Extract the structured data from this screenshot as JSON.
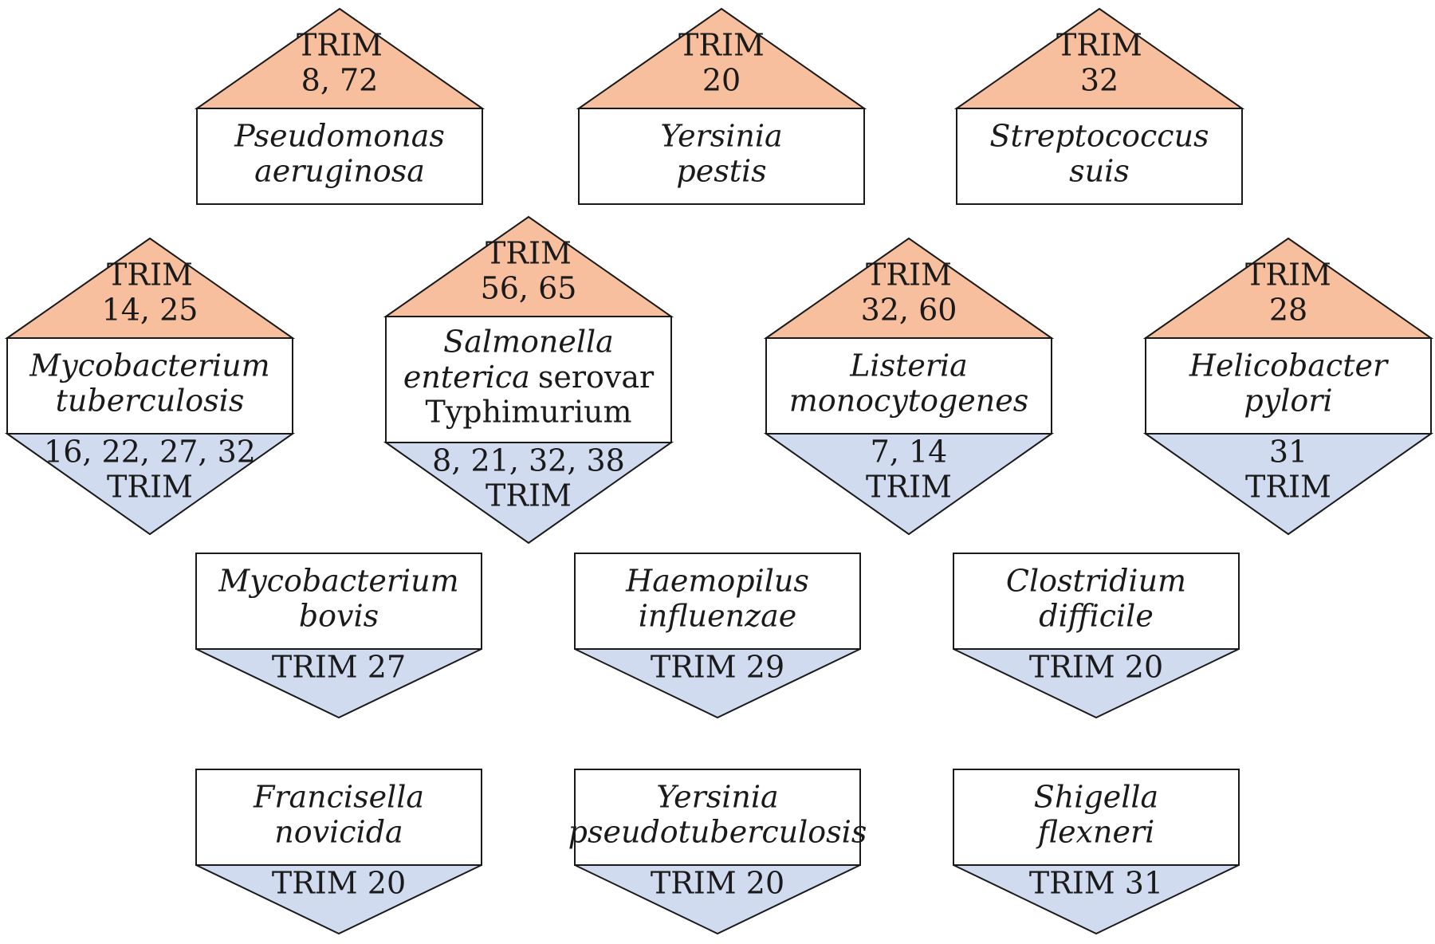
{
  "colors": {
    "upregulate": "#f7bf9e",
    "downregulate": "#d1dbf0",
    "outline": "#1a1a1a"
  },
  "nodes": [
    {
      "id": "pseudomonas",
      "species": [
        "Pseudomonas",
        "aeruginosa"
      ],
      "top": [
        "TRIM",
        "8, 72"
      ],
      "bottom": null
    },
    {
      "id": "yersinia-pestis",
      "species": [
        "Yersinia",
        "pestis"
      ],
      "top": [
        "TRIM",
        "20"
      ],
      "bottom": null
    },
    {
      "id": "streptococcus",
      "species": [
        "Streptococcus",
        "suis"
      ],
      "top": [
        "TRIM",
        "32"
      ],
      "bottom": null
    },
    {
      "id": "mycobacterium-tb",
      "species": [
        "Mycobacterium",
        "tuberculosis"
      ],
      "top": [
        "TRIM",
        "14, 25"
      ],
      "bottom": [
        "16, 22, 27, 32",
        "TRIM"
      ]
    },
    {
      "id": "salmonella",
      "species": [
        "Salmonella",
        "enterica",
        "serovar",
        "Typhimurium"
      ],
      "top": [
        "TRIM",
        "56, 65"
      ],
      "bottom": [
        "8, 21, 32, 38",
        "TRIM"
      ]
    },
    {
      "id": "listeria",
      "species": [
        "Listeria",
        "monocytogenes"
      ],
      "top": [
        "TRIM",
        "32, 60"
      ],
      "bottom": [
        "7, 14",
        "TRIM"
      ]
    },
    {
      "id": "helicobacter",
      "species": [
        "Helicobacter",
        "pylori"
      ],
      "top": [
        "TRIM",
        "28"
      ],
      "bottom": [
        "31",
        "TRIM"
      ]
    },
    {
      "id": "mycobacterium-bovis",
      "species": [
        "Mycobacterium",
        "bovis"
      ],
      "top": null,
      "bottom": [
        "TRIM 27"
      ]
    },
    {
      "id": "haemophilus",
      "species": [
        "Haemopilus",
        "influenzae"
      ],
      "top": null,
      "bottom": [
        "TRIM 29"
      ]
    },
    {
      "id": "clostridium",
      "species": [
        "Clostridium",
        "difficile"
      ],
      "top": null,
      "bottom": [
        "TRIM 20"
      ]
    },
    {
      "id": "francisella",
      "species": [
        "Francisella",
        "novicida"
      ],
      "top": null,
      "bottom": [
        "TRIM 20"
      ]
    },
    {
      "id": "yersinia-pseudo",
      "species": [
        "Yersinia",
        "pseudotuberculosis"
      ],
      "top": null,
      "bottom": [
        "TRIM 20"
      ]
    },
    {
      "id": "shigella",
      "species": [
        "Shigella",
        "flexneri"
      ],
      "top": null,
      "bottom": [
        "TRIM 31"
      ]
    }
  ]
}
